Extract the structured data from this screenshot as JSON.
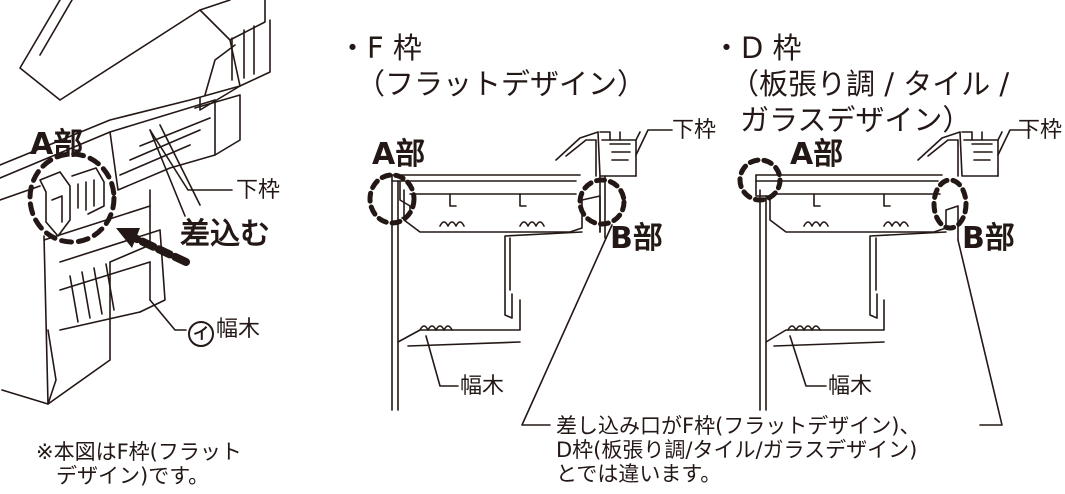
{
  "left": {
    "a_part": "A部",
    "shitawaku": "下枠",
    "sashikomu": "差込む",
    "badge": "イ",
    "habaki": "幅木",
    "note": [
      "※本図はF枠(フラット",
      "デザイン)です。"
    ]
  },
  "f_frame": {
    "title": [
      "・F 枠",
      "（フラットデザイン）"
    ],
    "a_part": "A部",
    "b_part": "B部",
    "shitawaku": "下枠",
    "habaki": "幅木"
  },
  "d_frame": {
    "title": [
      "・D 枠",
      "（板張り調 / タイル /",
      "ガラスデザイン）"
    ],
    "a_part": "A部",
    "b_part": "B部",
    "shitawaku": "下枠",
    "habaki": "幅木"
  },
  "footnote": [
    "差し込み口がF枠(フラットデザイン)、",
    "D枠(板張り調/タイル/ガラスデザイン)",
    "とでは違います。"
  ],
  "colors": {
    "ink": "#231815",
    "background": "#ffffff"
  }
}
